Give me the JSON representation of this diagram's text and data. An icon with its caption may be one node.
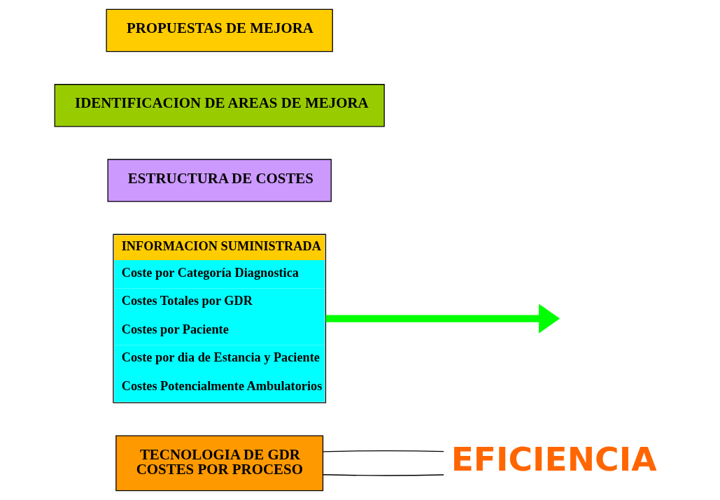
{
  "diagram": {
    "nodes": [
      {
        "text": [
          "TECNOLOGIA DE GDR",
          "COSTES POR PROCESO"
        ]
      },
      {
        "text": [
          "INFORMACION SUMINISTRADA",
          "Coste por Categoría Diagnostica",
          "Costes Totales por GDR",
          "Costes por Paciente",
          "Coste por dia de Estancia y Paciente",
          "Costes Potencialmente Ambulatorios"
        ]
      },
      {
        "text": [
          "ESTRUCTURA DE COSTES"
        ]
      },
      {
        "text": [
          "IDENTIFICACION DE AREAS DE MEJORA"
        ]
      },
      {
        "text": [
          "PROPUESTAS DE MEJORA"
        ]
      },
      {
        "text": [
          "EFICIENCIA"
        ]
      }
    ],
    "edges": [
      {
        "from": 0,
        "to": 5,
        "arrow": "none"
      },
      {
        "from": 0,
        "to": 5,
        "arrow": "none"
      },
      {
        "from": 1,
        "to": null,
        "arrow": "to",
        "style": "thick",
        "color": "#00ff00"
      }
    ]
  }
}
